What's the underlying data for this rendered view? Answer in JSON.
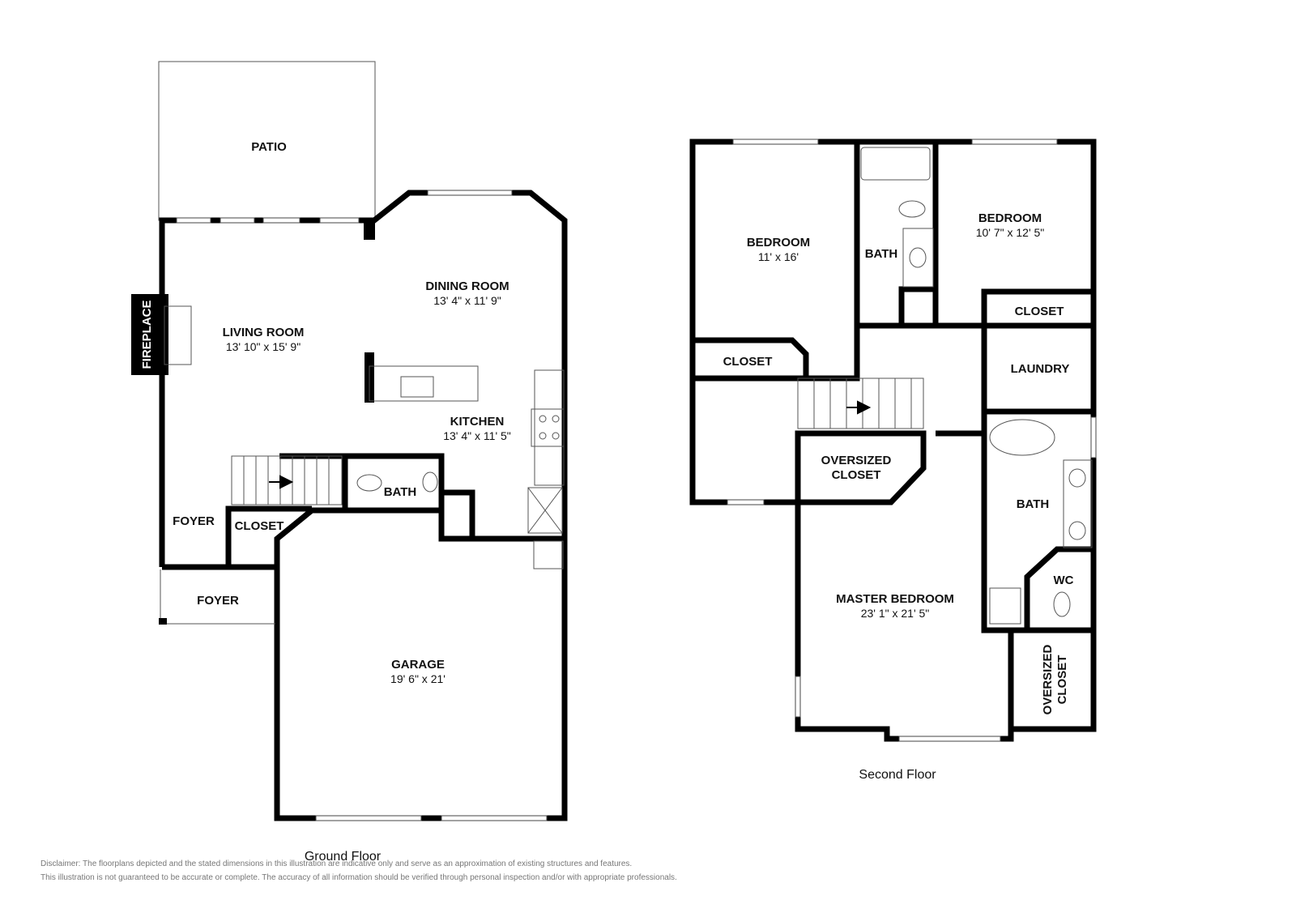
{
  "ground_floor": {
    "caption": "Ground Floor",
    "rooms": {
      "patio": {
        "name": "PATIO"
      },
      "fireplace": {
        "name": "FIREPLACE"
      },
      "living_room": {
        "name": "LIVING ROOM",
        "dims": "13' 10\" x 15' 9\""
      },
      "dining_room": {
        "name": "DINING ROOM",
        "dims": "13' 4\" x 11' 9\""
      },
      "kitchen": {
        "name": "KITCHEN",
        "dims": "13' 4\" x 11' 5\""
      },
      "bath": {
        "name": "BATH"
      },
      "foyer_inner": {
        "name": "FOYER"
      },
      "closet": {
        "name": "CLOSET"
      },
      "foyer_outer": {
        "name": "FOYER"
      },
      "garage": {
        "name": "GARAGE",
        "dims": "19' 6\" x 21'"
      }
    }
  },
  "second_floor": {
    "caption": "Second Floor",
    "rooms": {
      "bedroom_1": {
        "name": "BEDROOM",
        "dims": "11' x 16'"
      },
      "bath_1": {
        "name": "BATH"
      },
      "bedroom_2": {
        "name": "BEDROOM",
        "dims": "10' 7\" x 12' 5\""
      },
      "closet_1": {
        "name": "CLOSET"
      },
      "closet_2": {
        "name": "CLOSET"
      },
      "laundry": {
        "name": "LAUNDRY"
      },
      "oversized_closet_1": {
        "line1": "OVERSIZED",
        "line2": "CLOSET"
      },
      "bath_2": {
        "name": "BATH"
      },
      "wc": {
        "name": "WC"
      },
      "master_bedroom": {
        "name": "MASTER BEDROOM",
        "dims": "23' 1\" x 21' 5\""
      },
      "oversized_closet_2": {
        "line1": "OVERSIZED",
        "line2": "CLOSET"
      }
    }
  },
  "disclaimer": {
    "line1": "Disclaimer: The floorplans depicted and the stated dimensions in this illustration are indicative only and serve as an approximation of existing structures and features.",
    "line2": "This illustration is not guaranteed to be accurate or complete. The accuracy of all information should be verified through personal inspection and/or with appropriate professionals."
  }
}
